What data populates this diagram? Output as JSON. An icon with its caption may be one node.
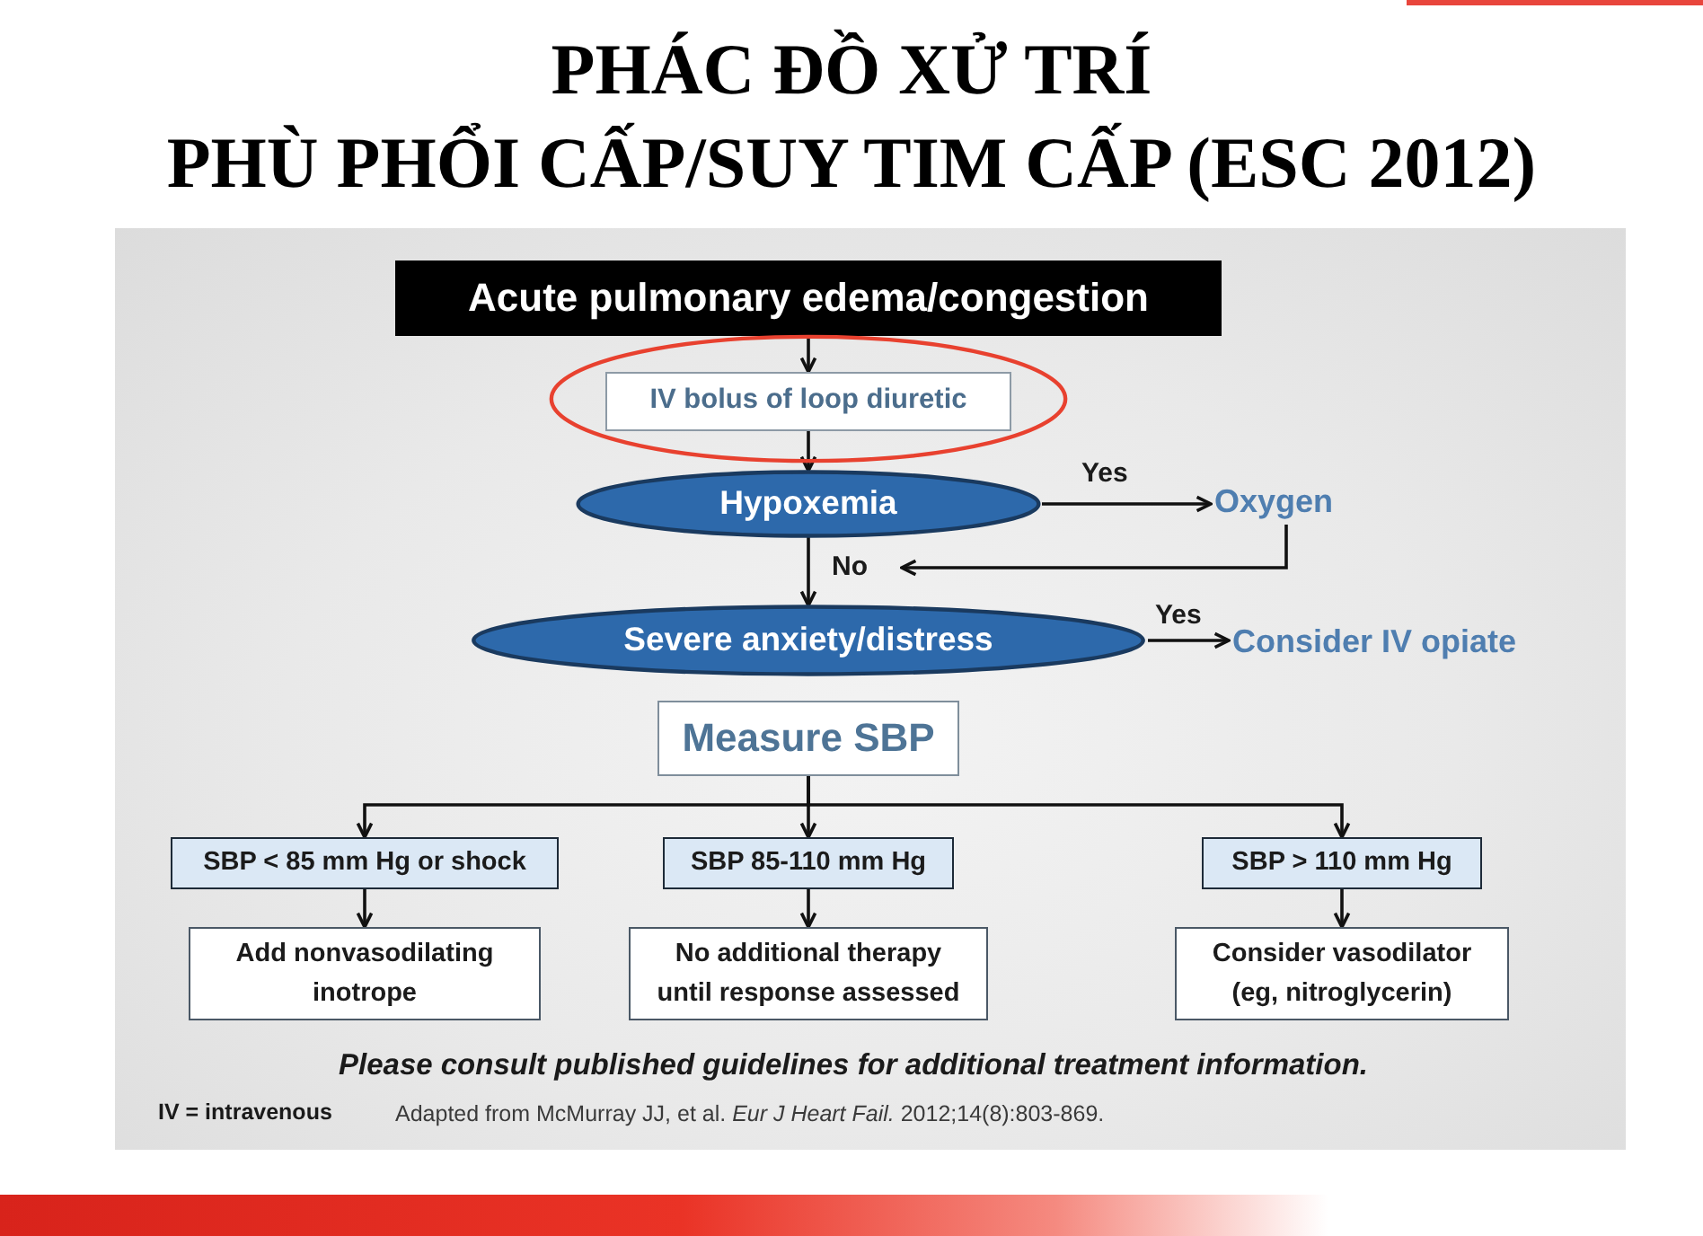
{
  "diagram": {
    "title": "PHÁC ĐỒ XỬ TRÍ PHÙ PHỔI CẤP/SUY TIM CẤP (ESC 2012)",
    "nodes": [
      {
        "text": [
          "Acute pulmonary edema/congestion"
        ]
      },
      {
        "text": [],
        "shape": "ellipse"
      },
      {
        "text": [
          "IV bolus of loop diuretic"
        ],
        "in": 1
      },
      {
        "text": [
          "Hypoxemia"
        ]
      },
      {
        "text": [
          "Oxygen"
        ]
      },
      {
        "text": [
          "Severe anxiety/distress"
        ]
      },
      {
        "text": [
          "Consider IV opiate"
        ]
      },
      {
        "text": [
          "Measure SBP"
        ]
      },
      {
        "text": [
          "SBP < 85 mm Hg or shock"
        ]
      },
      {
        "text": [
          "SBP 85-110 mm Hg"
        ]
      },
      {
        "text": [
          "SBP > 110 mm Hg"
        ]
      },
      {
        "text": [
          "Add nonvasodilating inotrope"
        ]
      },
      {
        "text": [
          "No additional therapy until response assessed"
        ]
      },
      {
        "text": [
          "Consider vasodilator (eg, nitroglycerin)"
        ]
      }
    ],
    "edges": [
      {
        "from": 0,
        "to": 2,
        "arrow": "to"
      },
      {
        "from": 2,
        "to": 3,
        "arrow": "to"
      },
      {
        "from": 3,
        "to": 4,
        "arrow": "to",
        "label": "Yes"
      },
      {
        "from": 3,
        "to": 5,
        "arrow": "to",
        "label": "No"
      },
      {
        "from": 4,
        "to": 5,
        "arrow": "to"
      },
      {
        "from": 5,
        "to": 6,
        "arrow": "to",
        "label": "Yes"
      },
      {
        "from": 7,
        "to": 8,
        "arrow": "to"
      },
      {
        "from": 7,
        "to": 9,
        "arrow": "to"
      },
      {
        "from": 7,
        "to": 10,
        "arrow": "to"
      },
      {
        "from": 8,
        "to": 11,
        "arrow": "to"
      },
      {
        "from": 9,
        "to": 12,
        "arrow": "to"
      },
      {
        "from": 10,
        "to": 13,
        "arrow": "to"
      }
    ],
    "labels": [
      "Please consult published guidelines for additional treatment information.",
      "IV = intravenous",
      "Adapted from McMurray JJ, et al. *Eur J Heart Fail.* 2012;14(8):803-869."
    ]
  }
}
